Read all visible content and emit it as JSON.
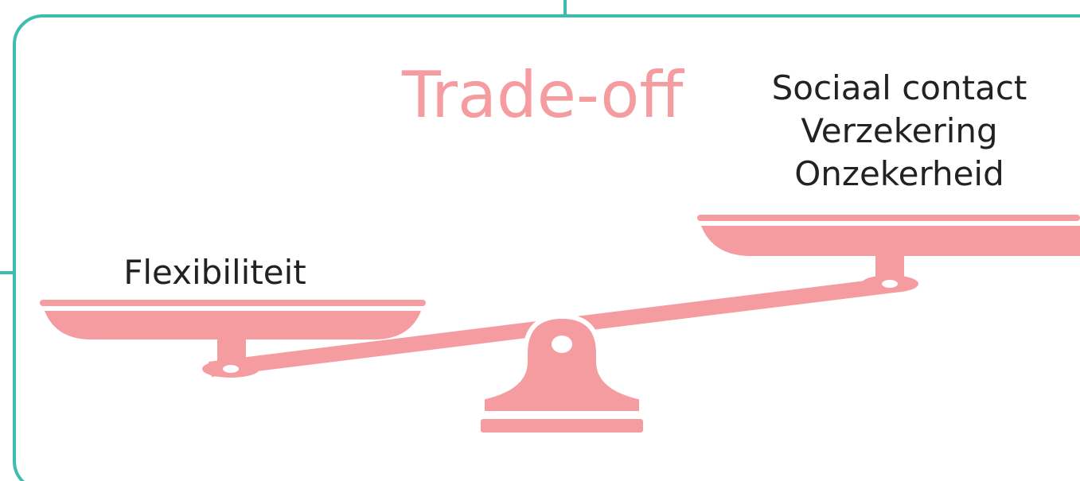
{
  "title": "Trade-off",
  "left_side": {
    "label": "Flexibiliteit"
  },
  "right_side": {
    "items": [
      "Sociaal contact",
      "Verzekering",
      "Onzekerheid"
    ]
  },
  "colors": {
    "frame": "#3dbdb0",
    "scale": "#f59ca1",
    "title": "#f59ca1",
    "text": "#222222"
  },
  "icons": {
    "scale": "balance-scale-icon"
  }
}
